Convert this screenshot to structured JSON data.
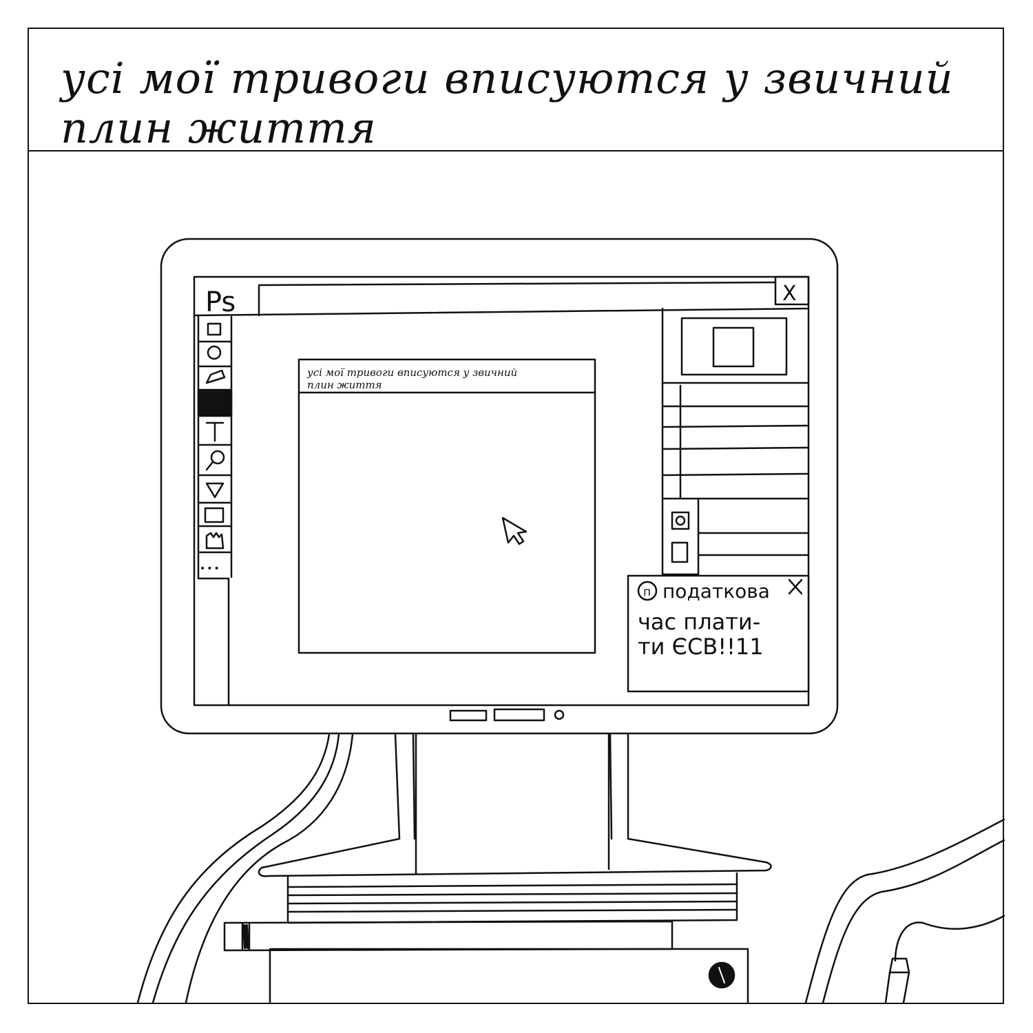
{
  "caption": {
    "line1": "усі мої тривоги вписуются у звичний",
    "line2": "плин життя"
  },
  "app": {
    "logo": "Ps",
    "close_glyph": "X",
    "toolbar_more": "•••"
  },
  "document": {
    "title_line1": "усі мої тривоги вписуются у звичний",
    "title_line2": "плин життя"
  },
  "notification": {
    "app_badge": "п",
    "title": "податкова",
    "close_glyph": "×",
    "message_line1": "час плати-",
    "message_line2": "ти ЄСВ!!11"
  },
  "icons": {
    "tools": [
      "rect-select-icon",
      "ellipse-select-icon",
      "lasso-icon",
      "brush-icon",
      "type-icon",
      "zoom-icon",
      "triangle-icon",
      "rectangle-icon",
      "hand-icon",
      "more-icon"
    ],
    "cursor": "arrow-cursor-icon"
  }
}
